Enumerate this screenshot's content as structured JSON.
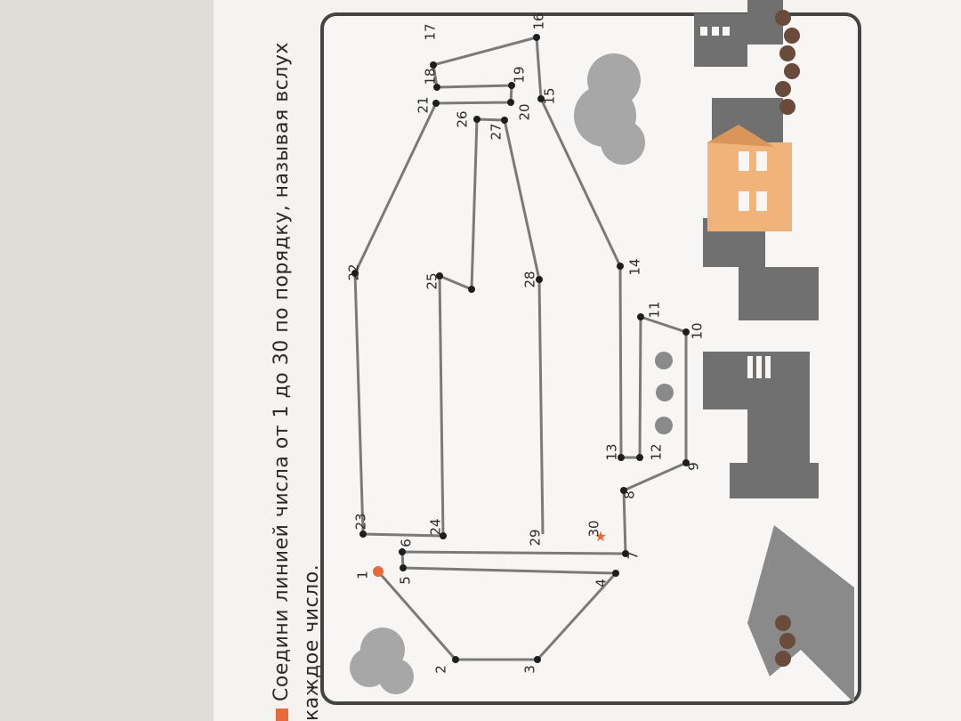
{
  "instruction": {
    "text": "Соедини линией числа от 1 до 30 по порядку, называя вслух каждое число."
  },
  "colors": {
    "bullet": "#e86a3a",
    "start_dot": "#e86a3a",
    "finish_star": "#e86a3a",
    "buildings": "#6f6f6f",
    "house": "#f0b47a",
    "clouds": "#a7a7a7",
    "hills": "#8a8a8a"
  },
  "points": [
    {
      "n": "1"
    },
    {
      "n": "2"
    },
    {
      "n": "3"
    },
    {
      "n": "4"
    },
    {
      "n": "5"
    },
    {
      "n": "6"
    },
    {
      "n": "7"
    },
    {
      "n": "8"
    },
    {
      "n": "9"
    },
    {
      "n": "10"
    },
    {
      "n": "11"
    },
    {
      "n": "12"
    },
    {
      "n": "13"
    },
    {
      "n": "14"
    },
    {
      "n": "15"
    },
    {
      "n": "16"
    },
    {
      "n": "17"
    },
    {
      "n": "18"
    },
    {
      "n": "19"
    },
    {
      "n": "20"
    },
    {
      "n": "21"
    },
    {
      "n": "22"
    },
    {
      "n": "23"
    },
    {
      "n": "24"
    },
    {
      "n": "25"
    },
    {
      "n": "26"
    },
    {
      "n": "27"
    },
    {
      "n": "28"
    },
    {
      "n": "29"
    },
    {
      "n": "30"
    }
  ]
}
